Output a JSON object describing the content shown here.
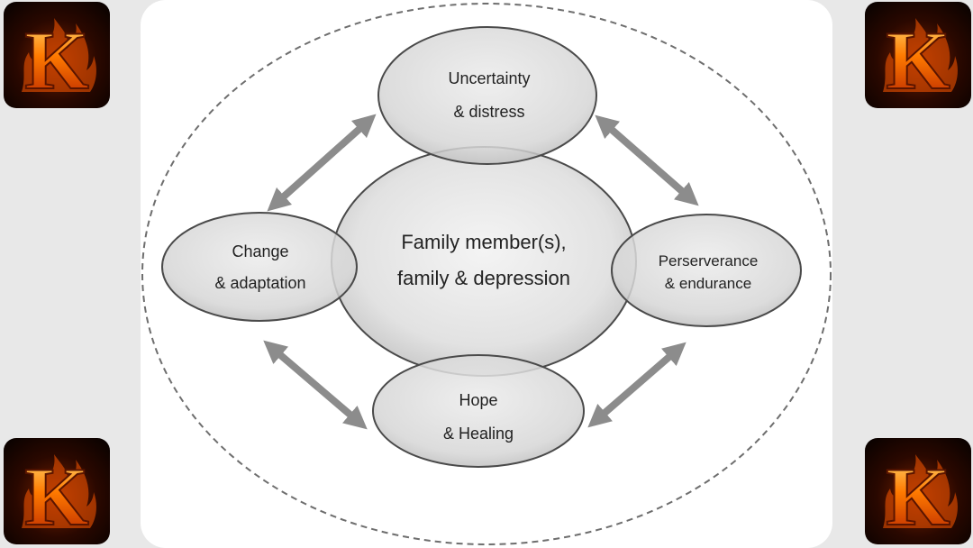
{
  "diagram": {
    "center": {
      "line1": "Family member(s),",
      "line2": "family & depression"
    },
    "top": {
      "line1": "Uncertainty",
      "line2": "& distress"
    },
    "left": {
      "line1": "Change",
      "line2": "& adaptation"
    },
    "right": {
      "line1": "Perserverance",
      "line2": "& endurance"
    },
    "bottom": {
      "line1": "Hope",
      "line2": "& Healing"
    }
  },
  "colors": {
    "arrow": "#8c8c8c",
    "ellipse_stroke": "#4a4a4a",
    "dashed_border": "#6e6e6e",
    "logo_fire": "#ff7a00"
  },
  "logos": {
    "letter": "K",
    "icon": "flaming-k-logo"
  }
}
